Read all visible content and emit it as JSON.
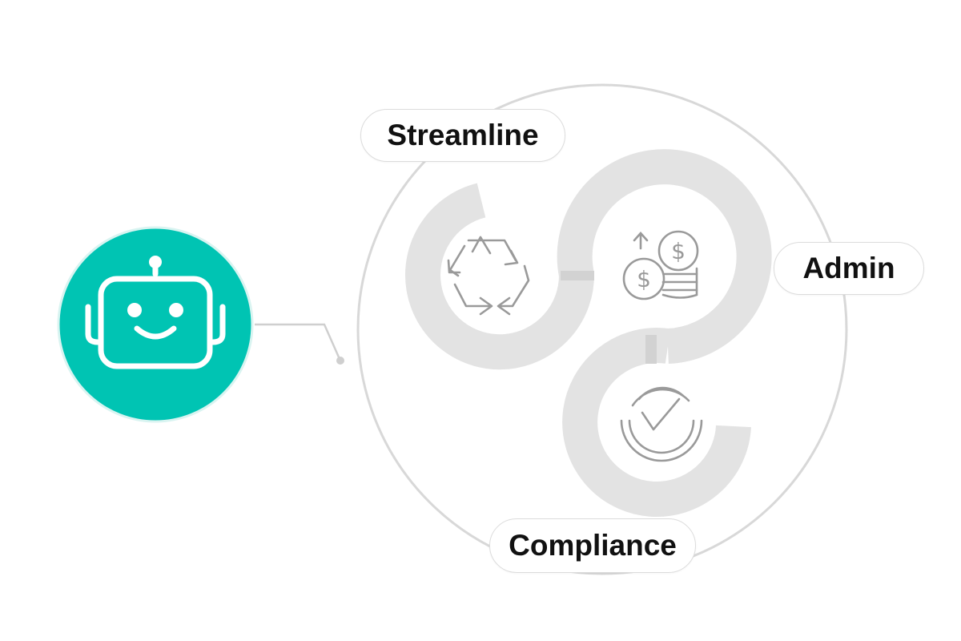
{
  "colors": {
    "accent": "#00c4b3",
    "track": "#e3e3e3",
    "outline": "#d6d6d6",
    "icon_stroke": "#9a9a9a",
    "text": "#111111"
  },
  "nodes": {
    "streamline": {
      "label": "Streamline",
      "icon": "recycle-icon"
    },
    "admin": {
      "label": "Admin",
      "icon": "coins-dollar-icon"
    },
    "compliance": {
      "label": "Compliance",
      "icon": "check-gauge-icon"
    }
  },
  "agent": {
    "icon": "robot-icon"
  }
}
